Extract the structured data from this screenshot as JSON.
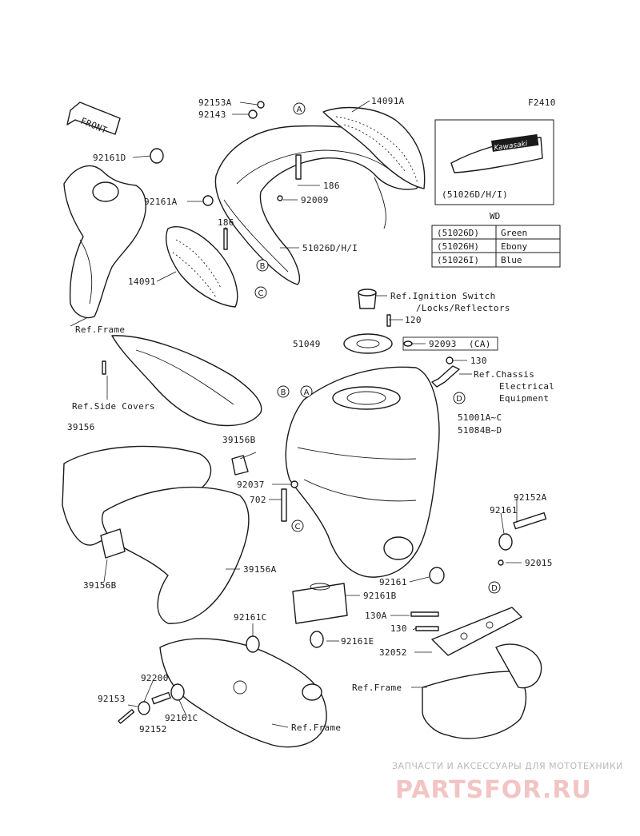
{
  "figure_code": "F2410",
  "front_arrow_label": "FRONT",
  "inset": {
    "brand_label": "Kawasaki",
    "caption": "(51026D/H/I)"
  },
  "color_table": {
    "heading": "WD",
    "rows": [
      {
        "code": "(51026D)",
        "color": "Green"
      },
      {
        "code": "(51026H)",
        "color": "Ebony"
      },
      {
        "code": "(51026I)",
        "color": "Blue"
      }
    ]
  },
  "markers": [
    "A",
    "B",
    "C",
    "D"
  ],
  "labels": {
    "p92153A": "92153A",
    "p92143": "92143",
    "p14091A": "14091A",
    "p92161D": "92161D",
    "p186a": "186",
    "p92161A": "92161A",
    "p92009": "92009",
    "p186b": "186",
    "p51026": "51026D/H/I",
    "p14091": "14091",
    "ref_frame_top": "Ref.Frame",
    "ref_ignition_1": "Ref.Ignition Switch",
    "ref_ignition_2": "/Locks/Reflectors",
    "p120": "120",
    "p51049": "51049",
    "p92093": "92093",
    "p92093_ca": "(CA)",
    "p130a": "130",
    "ref_chassis_1": "Ref.Chassis",
    "ref_chassis_2": "Electrical",
    "ref_chassis_3": "Equipment",
    "ref_side_covers": "Ref.Side Covers",
    "p51001": "51001A~C",
    "p51084": "51084B~D",
    "p39156": "39156",
    "p39156B_top": "39156B",
    "p92037": "92037",
    "p702": "702",
    "p92152A": "92152A",
    "p92161_r": "92161",
    "p92015": "92015",
    "p39156B_bot": "39156B",
    "p39156A": "39156A",
    "p92161_m": "92161",
    "p92161B": "92161B",
    "p130A": "130A",
    "p130b": "130",
    "p92161C_top": "92161C",
    "p92161E": "92161E",
    "p32052": "32052",
    "p92200": "92200",
    "ref_frame_right": "Ref.Frame",
    "p92153": "92153",
    "p92161C_bot": "92161C",
    "p92152": "92152",
    "ref_frame_bottom": "Ref.Frame"
  },
  "watermark": {
    "tagline": "ЗАПЧАСТИ И АКСЕССУАРЫ ДЛЯ МОТОТЕХНИКИ",
    "brand": "PARTSFOR.RU"
  }
}
